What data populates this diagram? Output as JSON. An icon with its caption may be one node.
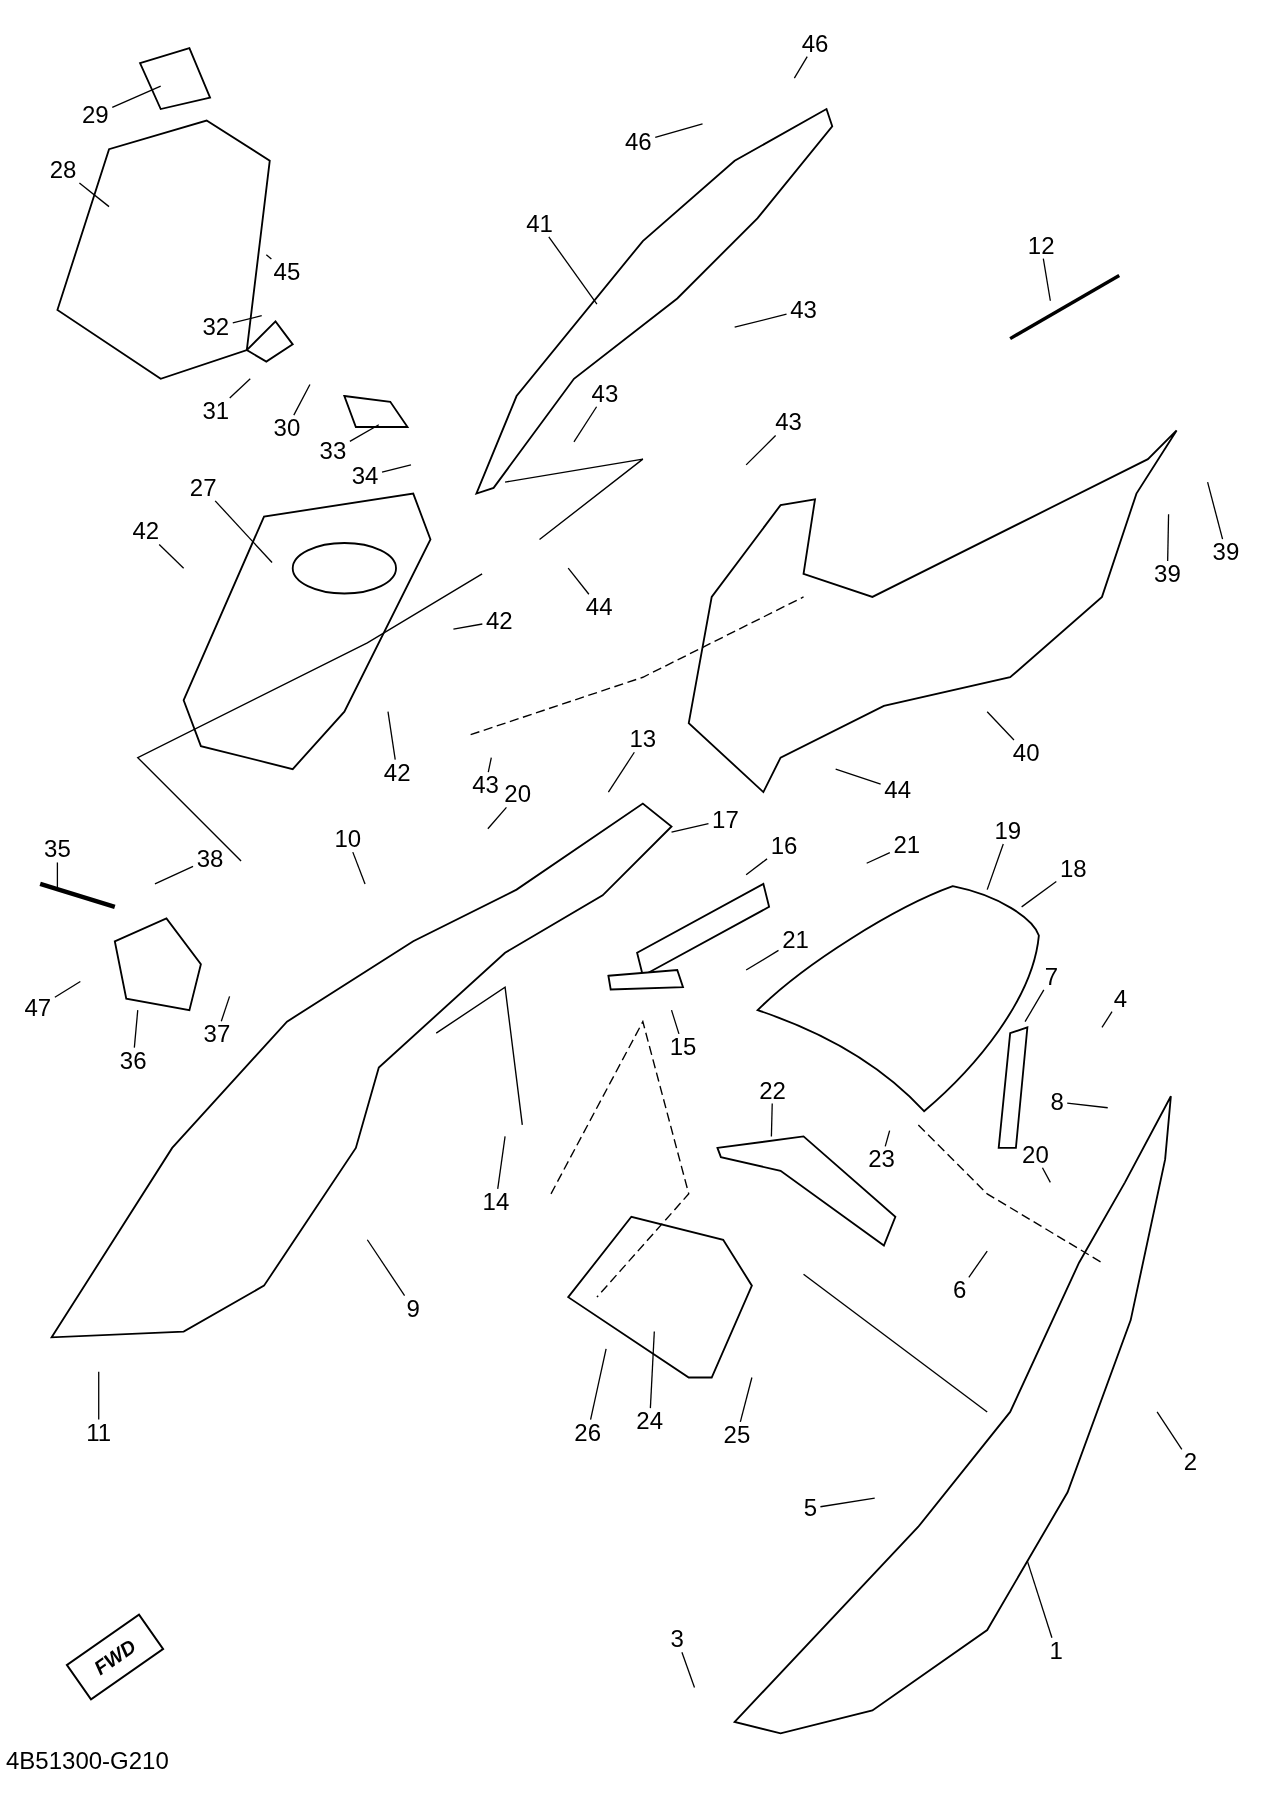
{
  "diagram": {
    "nodes": [
      {
        "text": [
          "29"
        ]
      },
      {
        "text": [
          "28"
        ]
      },
      {
        "text": [
          "45"
        ]
      },
      {
        "text": [
          "32"
        ]
      },
      {
        "text": [
          "31"
        ]
      },
      {
        "text": [
          "30"
        ]
      },
      {
        "text": [
          "33"
        ]
      },
      {
        "text": [
          "34"
        ]
      },
      {
        "text": [
          "46"
        ]
      },
      {
        "text": [
          "46"
        ]
      },
      {
        "text": [
          "41"
        ]
      },
      {
        "text": [
          "43"
        ]
      },
      {
        "text": [
          "43"
        ]
      },
      {
        "text": [
          "12"
        ]
      },
      {
        "text": [
          "43"
        ]
      },
      {
        "text": [
          "39"
        ]
      },
      {
        "text": [
          "39"
        ]
      },
      {
        "text": [
          "27"
        ]
      },
      {
        "text": [
          "42"
        ]
      },
      {
        "text": [
          "42"
        ]
      },
      {
        "text": [
          "44"
        ]
      },
      {
        "text": [
          "42"
        ]
      },
      {
        "text": [
          "43"
        ]
      },
      {
        "text": [
          "40"
        ]
      },
      {
        "text": [
          "44"
        ]
      },
      {
        "text": [
          "13"
        ]
      },
      {
        "text": [
          "20"
        ]
      },
      {
        "text": [
          "17"
        ]
      },
      {
        "text": [
          "16"
        ]
      },
      {
        "text": [
          "35"
        ]
      },
      {
        "text": [
          "38"
        ]
      },
      {
        "text": [
          "10"
        ]
      },
      {
        "text": [
          "21"
        ]
      },
      {
        "text": [
          "19"
        ]
      },
      {
        "text": [
          "18"
        ]
      },
      {
        "text": [
          "21"
        ]
      },
      {
        "text": [
          "15"
        ]
      },
      {
        "text": [
          "7"
        ]
      },
      {
        "text": [
          "4"
        ]
      },
      {
        "text": [
          "47"
        ]
      },
      {
        "text": [
          "37"
        ]
      },
      {
        "text": [
          "36"
        ]
      },
      {
        "text": [
          "8"
        ]
      },
      {
        "text": [
          "22"
        ]
      },
      {
        "text": [
          "23"
        ]
      },
      {
        "text": [
          "20"
        ]
      },
      {
        "text": [
          "14"
        ]
      },
      {
        "text": [
          "9"
        ]
      },
      {
        "text": [
          "6"
        ]
      },
      {
        "text": [
          "11"
        ]
      },
      {
        "text": [
          "26"
        ]
      },
      {
        "text": [
          "24"
        ]
      },
      {
        "text": [
          "25"
        ]
      },
      {
        "text": [
          "2"
        ]
      },
      {
        "text": [
          "5"
        ]
      },
      {
        "text": [
          "1"
        ]
      },
      {
        "text": [
          "3"
        ]
      }
    ],
    "edges": [
      {
        "from": 0,
        "to": null,
        "arrow": "none"
      },
      {
        "from": 1,
        "to": null,
        "arrow": "none"
      },
      {
        "from": 2,
        "to": null,
        "arrow": "none"
      },
      {
        "from": 3,
        "to": null,
        "arrow": "none"
      },
      {
        "from": 4,
        "to": null,
        "arrow": "none"
      },
      {
        "from": 5,
        "to": null,
        "arrow": "none"
      },
      {
        "from": 6,
        "to": null,
        "arrow": "none"
      },
      {
        "from": 7,
        "to": null,
        "arrow": "none"
      },
      {
        "from": 8,
        "to": null,
        "arrow": "none"
      },
      {
        "from": 9,
        "to": null,
        "arrow": "none"
      },
      {
        "from": 10,
        "to": null,
        "arrow": "none"
      },
      {
        "from": 11,
        "to": null,
        "arrow": "none"
      },
      {
        "from": 12,
        "to": null,
        "arrow": "none"
      },
      {
        "from": 13,
        "to": null,
        "arrow": "none"
      },
      {
        "from": 14,
        "to": null,
        "arrow": "none"
      },
      {
        "from": 15,
        "to": null,
        "arrow": "none"
      },
      {
        "from": 16,
        "to": null,
        "arrow": "none"
      },
      {
        "from": 17,
        "to": null,
        "arrow": "none"
      },
      {
        "from": 18,
        "to": null,
        "arrow": "none"
      },
      {
        "from": 19,
        "to": null,
        "arrow": "none"
      },
      {
        "from": 20,
        "to": null,
        "arrow": "none"
      },
      {
        "from": 21,
        "to": null,
        "arrow": "none"
      },
      {
        "from": 22,
        "to": null,
        "arrow": "none"
      },
      {
        "from": 23,
        "to": null,
        "arrow": "none"
      },
      {
        "from": 24,
        "to": null,
        "arrow": "none"
      },
      {
        "from": 25,
        "to": null,
        "arrow": "none"
      },
      {
        "from": 26,
        "to": null,
        "arrow": "none"
      },
      {
        "from": 27,
        "to": null,
        "arrow": "none"
      },
      {
        "from": 28,
        "to": null,
        "arrow": "none"
      },
      {
        "from": 29,
        "to": null,
        "arrow": "none"
      },
      {
        "from": 30,
        "to": null,
        "arrow": "none"
      },
      {
        "from": 31,
        "to": null,
        "arrow": "none"
      },
      {
        "from": 32,
        "to": null,
        "arrow": "none"
      },
      {
        "from": 33,
        "to": null,
        "arrow": "none"
      },
      {
        "from": 34,
        "to": null,
        "arrow": "none"
      },
      {
        "from": 35,
        "to": null,
        "arrow": "none"
      },
      {
        "from": 36,
        "to": null,
        "arrow": "none"
      },
      {
        "from": 37,
        "to": null,
        "arrow": "none"
      },
      {
        "from": 38,
        "to": null,
        "arrow": "none"
      },
      {
        "from": 39,
        "to": null,
        "arrow": "none"
      },
      {
        "from": 40,
        "to": null,
        "arrow": "none"
      },
      {
        "from": 41,
        "to": null,
        "arrow": "none"
      },
      {
        "from": 42,
        "to": null,
        "arrow": "none"
      },
      {
        "from": 43,
        "to": null,
        "arrow": "none"
      },
      {
        "from": 44,
        "to": null,
        "arrow": "none"
      },
      {
        "from": 45,
        "to": null,
        "arrow": "none"
      },
      {
        "from": 46,
        "to": null,
        "arrow": "none"
      },
      {
        "from": 47,
        "to": null,
        "arrow": "none"
      },
      {
        "from": 48,
        "to": null,
        "arrow": "none"
      },
      {
        "from": 49,
        "to": null,
        "arrow": "none"
      },
      {
        "from": 50,
        "to": null,
        "arrow": "none"
      },
      {
        "from": 51,
        "to": null,
        "arrow": "none"
      },
      {
        "from": 52,
        "to": null,
        "arrow": "none"
      },
      {
        "from": 53,
        "to": null,
        "arrow": "none"
      },
      {
        "from": 54,
        "to": null,
        "arrow": "none"
      },
      {
        "from": 55,
        "to": null,
        "arrow": "none"
      },
      {
        "from": 56,
        "to": null,
        "arrow": "none"
      }
    ],
    "labels": [
      "FWD",
      "4B51300-G210"
    ]
  }
}
